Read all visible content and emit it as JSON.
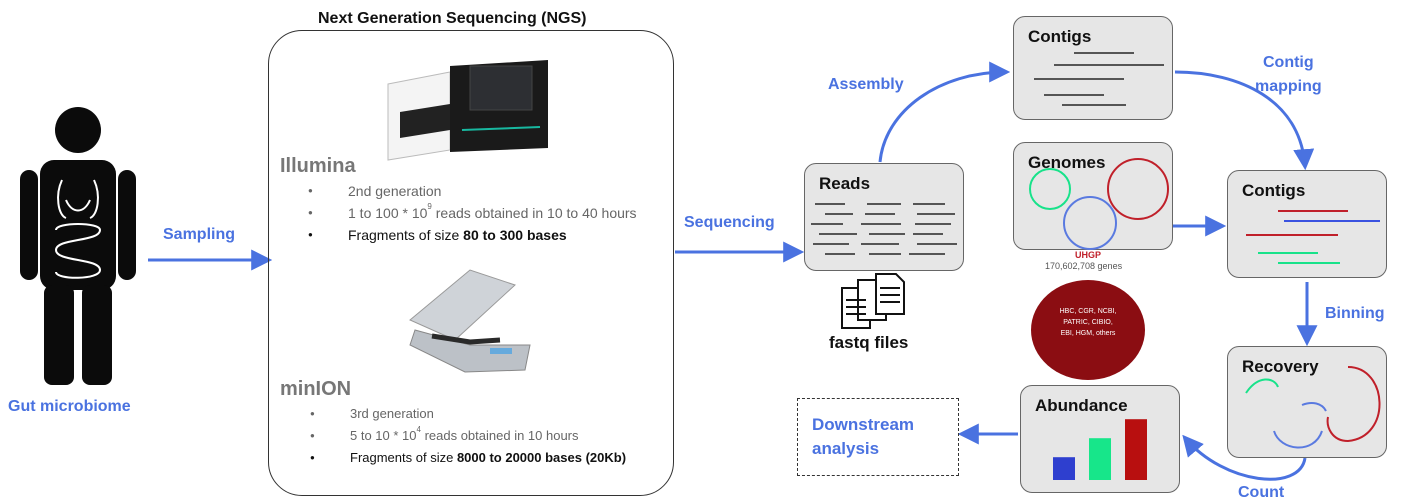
{
  "title": "Next Generation Sequencing (NGS)",
  "left": {
    "label": "Gut microbiome"
  },
  "arrows": {
    "sampling": "Sampling",
    "sequencing": "Sequencing",
    "assembly": "Assembly",
    "contig_mapping_1": "Contig",
    "contig_mapping_2": "mapping",
    "binning": "Binning",
    "count": "Count"
  },
  "illumina": {
    "name": "Illumina",
    "b1": "2nd generation",
    "b2_pre": "1 to 100 * 10",
    "b2_sup": "9",
    "b2_post": " reads obtained in 10 to 40 hours",
    "b3_pre": "Fragments of size ",
    "b3_bold": "80 to 300 bases"
  },
  "minion": {
    "name": "minION",
    "b1": "3rd generation",
    "b2_pre": "5 to 10 * 10",
    "b2_sup": "4",
    "b2_post": " reads obtained in 10 hours",
    "b3_pre": "Fragments of size ",
    "b3_bold": "8000 to 20000 bases (20Kb)"
  },
  "boxes": {
    "reads": "Reads",
    "fastq": "fastq files",
    "contigs_top": "Contigs",
    "genomes": "Genomes",
    "contigs_right": "Contigs",
    "recovery": "Recovery",
    "abundance": "Abundance",
    "downstream_1": "Downstream",
    "downstream_2": "analysis"
  },
  "uhgp": {
    "title": "UHGP",
    "subtitle": "170,602,708 genes",
    "line1": "HBC, CGR, NCBI,",
    "line2": "PATRIC, CIBIO,",
    "line3": "EBI, HGM, others"
  },
  "abundance_bars": [
    {
      "color": "#2e3fcf",
      "value": 0.3
    },
    {
      "color": "#17e68a",
      "value": 0.55
    },
    {
      "color": "#b80f0f",
      "value": 0.8
    }
  ],
  "colors": {
    "accent": "#4a72e0",
    "red": "#c0202a",
    "green": "#18e28a",
    "blue": "#3a52e0"
  }
}
